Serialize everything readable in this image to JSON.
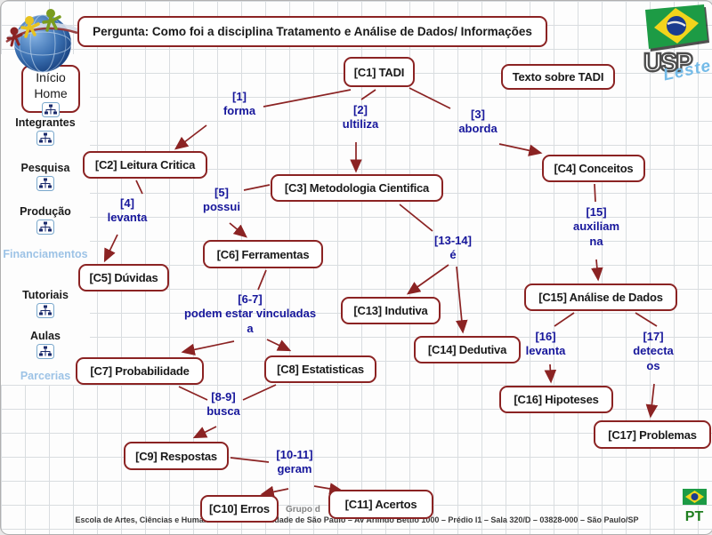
{
  "header": {
    "question": "Pergunta: Como foi a disciplina Tratamento e Análise de Dados/ Informações",
    "usp_text": "USP",
    "usp_sub": "Leste"
  },
  "sidebar": {
    "items": [
      {
        "label": "Início\nHome",
        "boxed": true
      },
      {
        "label": "Integrantes"
      },
      {
        "label": "Pesquisa"
      },
      {
        "label": "Produção"
      },
      {
        "label": "Financiamentos",
        "highlight": true
      },
      {
        "label": "Tutoriais"
      },
      {
        "label": "Aulas"
      },
      {
        "label": "Parcerias",
        "highlight": true
      }
    ]
  },
  "map": {
    "nodes": [
      {
        "id": "C1",
        "label": "[C1] TADI"
      },
      {
        "id": "texto",
        "label": "Texto sobre TADI"
      },
      {
        "id": "C2",
        "label": "[C2] Leitura Critica"
      },
      {
        "id": "C3",
        "label": "[C3] Metodologia Cientifica"
      },
      {
        "id": "C4",
        "label": "[C4] Conceitos"
      },
      {
        "id": "C5",
        "label": "[C5] Dúvidas"
      },
      {
        "id": "C6",
        "label": "[C6] Ferramentas"
      },
      {
        "id": "C7",
        "label": "[C7] Probabilidade"
      },
      {
        "id": "C8",
        "label": "[C8] Estatisticas"
      },
      {
        "id": "C9",
        "label": "[C9] Respostas"
      },
      {
        "id": "C10",
        "label": "[C10] Erros"
      },
      {
        "id": "C11",
        "label": "[C11] Acertos"
      },
      {
        "id": "C13",
        "label": "[C13] Indutiva"
      },
      {
        "id": "C14",
        "label": "[C14] Dedutiva"
      },
      {
        "id": "C15",
        "label": "[C15] Análise de Dados"
      },
      {
        "id": "C16",
        "label": "[C16] Hipoteses"
      },
      {
        "id": "C17",
        "label": "[C17] Problemas"
      }
    ],
    "links": [
      {
        "id": "1",
        "label": "[1]\nforma"
      },
      {
        "id": "2",
        "label": "[2]\nultiliza"
      },
      {
        "id": "3",
        "label": "[3]\naborda"
      },
      {
        "id": "4",
        "label": "[4]\nlevanta"
      },
      {
        "id": "5",
        "label": "[5]\npossui"
      },
      {
        "id": "6-7",
        "label": "[6-7]\npodem estar vinculadas\na"
      },
      {
        "id": "8-9",
        "label": "[8-9]\nbusca"
      },
      {
        "id": "10-11",
        "label": "[10-11]\ngeram"
      },
      {
        "id": "13-14",
        "label": "[13-14]\né"
      },
      {
        "id": "15",
        "label": "[15]\nauxiliam\nna"
      },
      {
        "id": "16",
        "label": "[16]\nlevanta"
      },
      {
        "id": "17",
        "label": "[17]\ndetecta\nos"
      }
    ]
  },
  "footer": {
    "address": "Escola de Artes, Ciências e Humanidades – Universidade de São Paulo – Av Arlindo Bettio 1000 – Prédio I1 – Sala 320/D – 03828-000 – São Paulo/SP",
    "watermark": "Grupo d",
    "language": "PT"
  },
  "colors": {
    "node_border": "#8b2323",
    "arrow": "#8b2323",
    "link_text": "#16169b",
    "sidebar_highlight": "#9dc3e6",
    "pt_green": "#1e7e1e"
  }
}
